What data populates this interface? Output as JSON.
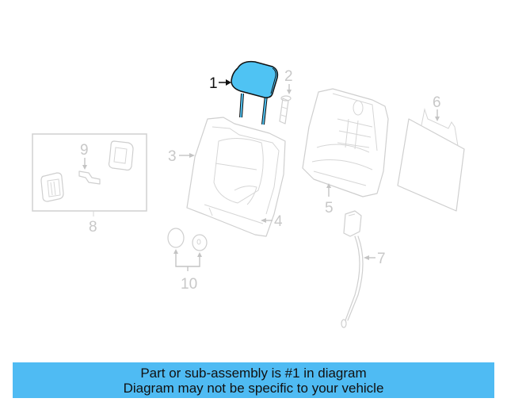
{
  "banner": {
    "line1": "Part or sub-assembly is #1 in diagram",
    "line2": "Diagram may not be specific to your vehicle",
    "background_color": "#4fbbf3"
  },
  "diagram": {
    "highlight_color": "#4fc3f3",
    "line_color": "#cccccc",
    "callouts": [
      {
        "number": "1",
        "part": "headrest",
        "highlighted": true
      },
      {
        "number": "2",
        "part": "headrest-guide"
      },
      {
        "number": "3",
        "part": "seat-back-cover"
      },
      {
        "number": "4",
        "part": "seat-back-cover-trim"
      },
      {
        "number": "5",
        "part": "seat-back-frame"
      },
      {
        "number": "6",
        "part": "back-panel"
      },
      {
        "number": "7",
        "part": "release-cable"
      },
      {
        "number": "8",
        "part": "hardware-kit"
      },
      {
        "number": "9",
        "part": "bracket"
      },
      {
        "number": "10",
        "part": "plugs"
      }
    ]
  }
}
